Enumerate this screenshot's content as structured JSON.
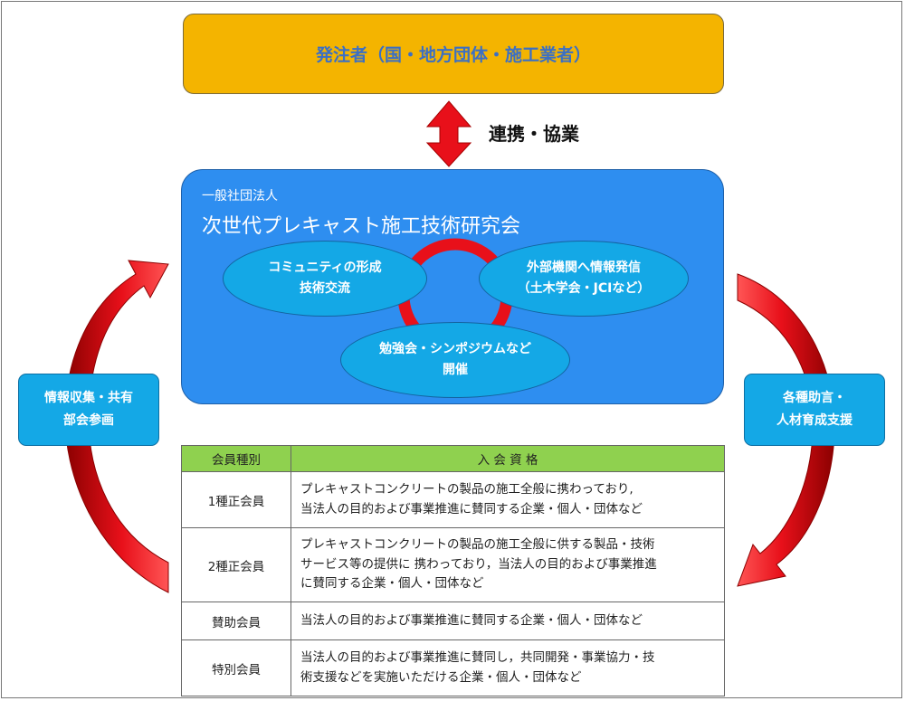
{
  "client": {
    "label": "発注者（国・地方団体・施工業者）"
  },
  "collaboration": {
    "label": "連携・協業"
  },
  "organization": {
    "subtitle": "一般社団法人",
    "name": "次世代プレキャスト施工技術研究会",
    "activities": [
      {
        "line1": "コミュニティの形成",
        "line2": "技術交流"
      },
      {
        "line1": "外部機関へ情報発信",
        "line2": "（土木学会・JCIなど）"
      },
      {
        "line1": "勉強会・シンポジウムなど",
        "line2": "開催"
      }
    ]
  },
  "left_box": {
    "line1": "情報収集・共有",
    "line2": "部会参画"
  },
  "right_box": {
    "line1": "各種助言・",
    "line2": "人材育成支援"
  },
  "membership_table": {
    "headers": [
      "会員種別",
      "入 会 資 格"
    ],
    "rows": [
      {
        "type": "1種正会員",
        "lines": [
          "プレキャストコンクリートの製品の施工全般に携わっており,",
          "当法人の目的および事業推進に賛同する企業・個人・団体など"
        ]
      },
      {
        "type": "2種正会員",
        "lines": [
          "プレキャストコンクリートの製品の施工全般に供する製品・技術",
          "サービス等の提供に 携わっており，当法人の目的および事業推進",
          "に賛同する企業・個人・団体など"
        ]
      },
      {
        "type": "賛助会員",
        "lines": [
          "当法人の目的および事業推進に賛同する企業・個人・団体など"
        ]
      },
      {
        "type": "特別会員",
        "lines": [
          "当法人の目的および事業推進に賛同し，共同開発・事業協力・技",
          "術支援などを実施いただける企業・個人・団体など"
        ]
      }
    ]
  },
  "colors": {
    "client_fill": "#F4B400",
    "client_text": "#3B6FC4",
    "org_fill": "#2E8EF0",
    "ellipse_fill": "#14A8E6",
    "arrow_red": "#E8101A",
    "table_header": "#8FD14F"
  }
}
